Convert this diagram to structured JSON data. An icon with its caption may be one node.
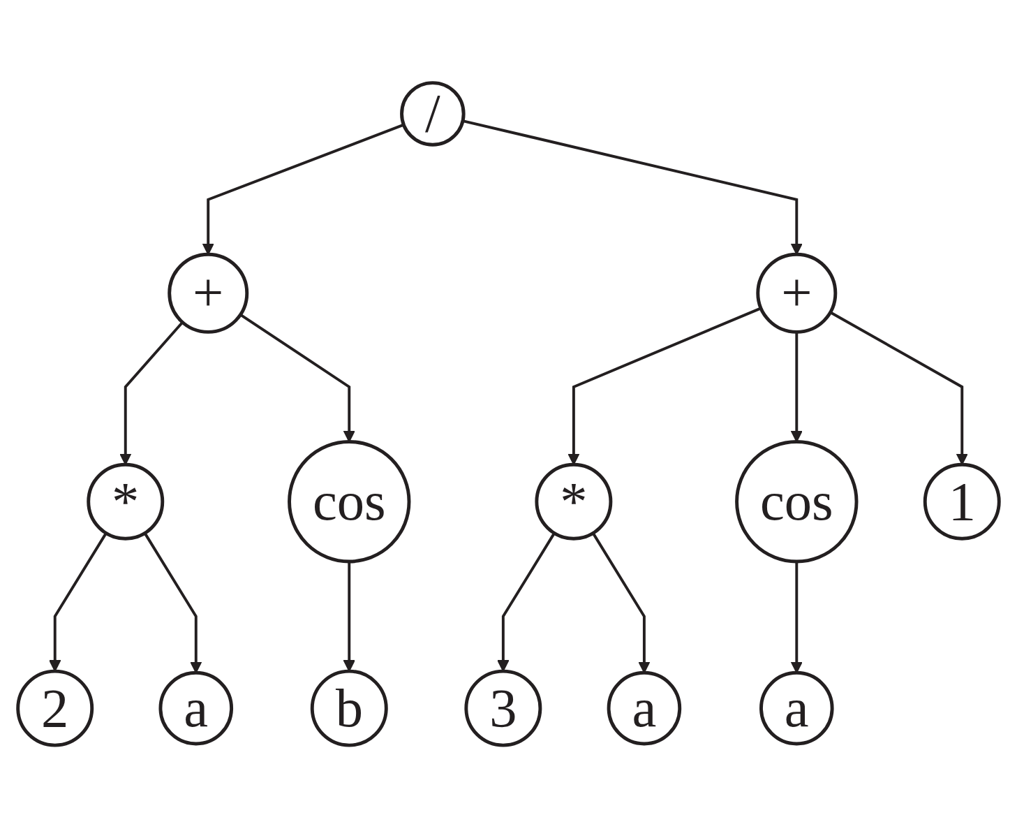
{
  "diagram": {
    "nodes": [
      {
        "text": [
          "/"
        ]
      },
      {
        "text": [
          "+"
        ]
      },
      {
        "text": [
          "+"
        ]
      },
      {
        "text": [
          "1"
        ]
      },
      {
        "text": [
          "*"
        ]
      },
      {
        "text": [
          "cos"
        ]
      },
      {
        "text": [
          "*"
        ]
      },
      {
        "text": [
          "cos"
        ]
      },
      {
        "text": [
          "2"
        ]
      },
      {
        "text": [
          "a"
        ]
      },
      {
        "text": [
          "b"
        ]
      },
      {
        "text": [
          "3"
        ]
      },
      {
        "text": [
          "a"
        ]
      },
      {
        "text": [
          "a"
        ]
      }
    ],
    "edges": [
      {
        "from": 0,
        "to": 1,
        "arrow": "to"
      },
      {
        "from": 0,
        "to": 2,
        "arrow": "to"
      },
      {
        "from": 1,
        "to": 4,
        "arrow": "to"
      },
      {
        "from": 1,
        "to": 5,
        "arrow": "to"
      },
      {
        "from": 2,
        "to": 6,
        "arrow": "to"
      },
      {
        "from": 2,
        "to": 7,
        "arrow": "to"
      },
      {
        "from": 2,
        "to": 3,
        "arrow": "to"
      },
      {
        "from": 4,
        "to": 8,
        "arrow": "to"
      },
      {
        "from": 4,
        "to": 9,
        "arrow": "to"
      },
      {
        "from": 5,
        "to": 10,
        "arrow": "to"
      },
      {
        "from": 6,
        "to": 11,
        "arrow": "to"
      },
      {
        "from": 6,
        "to": 12,
        "arrow": "to"
      },
      {
        "from": 7,
        "to": 13,
        "arrow": "to"
      }
    ]
  }
}
